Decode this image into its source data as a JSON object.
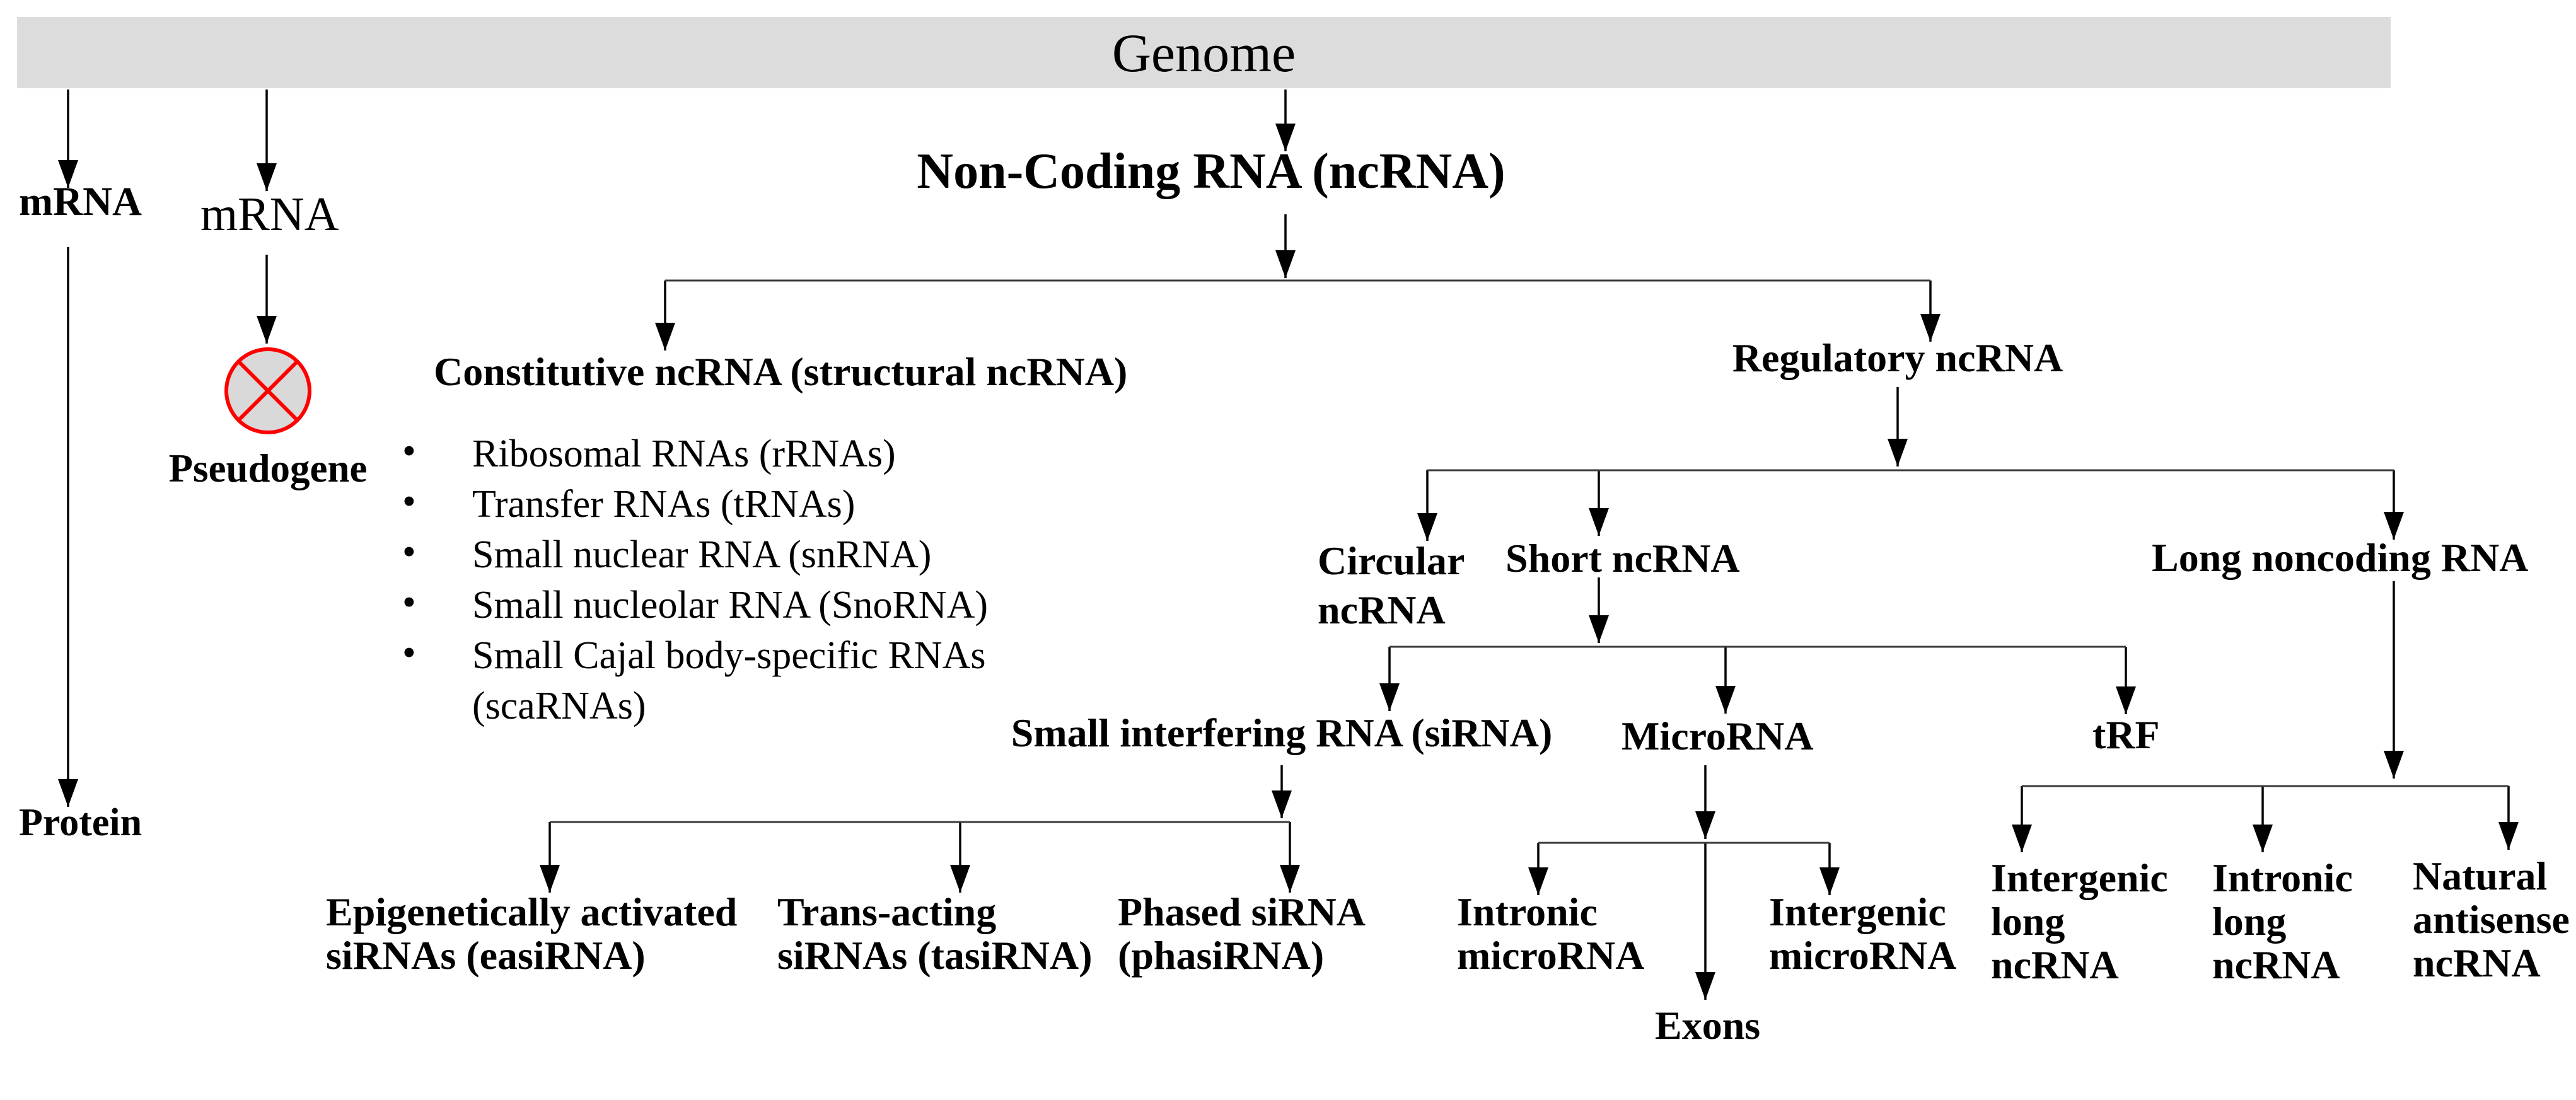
{
  "banner": {
    "label": "Genome"
  },
  "left_pathway": {
    "mrna_1": "mRNA",
    "mrna_2": "mRNA",
    "pseudogene_label": "Pseudogene",
    "protein_label": "Protein"
  },
  "icons": {
    "pseudogene": "crossed-circle"
  },
  "tree": {
    "root": "Non-Coding RNA (ncRNA)",
    "constitutive": {
      "heading": "Constitutive ncRNA (structural ncRNA)",
      "items": [
        "Ribosomal RNAs (rRNAs)",
        "Transfer RNAs (tRNAs)",
        "Small nuclear RNA (snRNA)",
        "Small nucleolar RNA (SnoRNA)",
        "Small Cajal body-specific RNAs (scaRNAs)"
      ]
    },
    "regulatory": {
      "label": "Regulatory ncRNA",
      "circular": "Circular ncRNA",
      "short": {
        "label": "Short ncRNA",
        "sirna": {
          "label": "Small interfering RNA (siRNA)",
          "children": [
            "Epigenetically activated siRNAs (easiRNA)",
            "Trans-acting siRNAs (tasiRNA)",
            "Phased siRNA (phasiRNA)"
          ]
        },
        "microrna": {
          "label": "MicroRNA",
          "children": [
            "Intronic microRNA",
            "Exons",
            "Intergenic microRNA"
          ]
        },
        "trf": "tRF"
      },
      "long": {
        "label": "Long noncoding RNA",
        "children": [
          "Intergenic long ncRNA",
          "Intronic long ncRNA",
          "Natural antisense ncRNA"
        ]
      }
    }
  },
  "colors": {
    "banner_bg": "#dcdcdc",
    "pseudogene_fill": "#d9d9d9",
    "pseudogene_stroke": "#ff0000",
    "connector": "#3a3a3a",
    "arrow": "#000000",
    "text": "#000000"
  }
}
